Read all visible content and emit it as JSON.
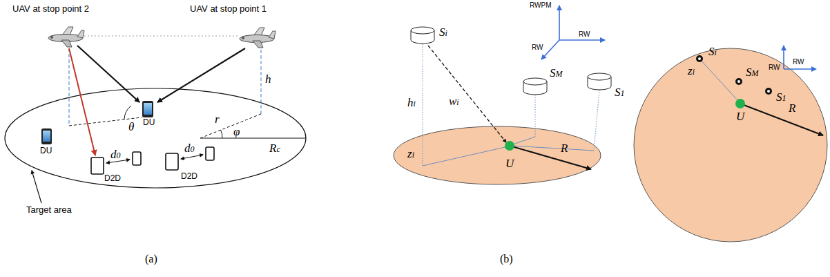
{
  "diagram": {
    "labels": [
      "UAV at stop point 2",
      "UAV at stop point 1",
      "h",
      "θ",
      "DU",
      "r",
      "φ",
      "DU",
      "Rc",
      "d0",
      "D2D",
      "d0",
      "D2D",
      "Target area",
      "(a)",
      "RWPM",
      "RW",
      "RW",
      "Si",
      "hi",
      "wi",
      "SM",
      "S1",
      "zi",
      "U",
      "R",
      "RW",
      "RW",
      "Si",
      "zi",
      "SM",
      "S1",
      "U",
      "R",
      "(b)"
    ]
  }
}
